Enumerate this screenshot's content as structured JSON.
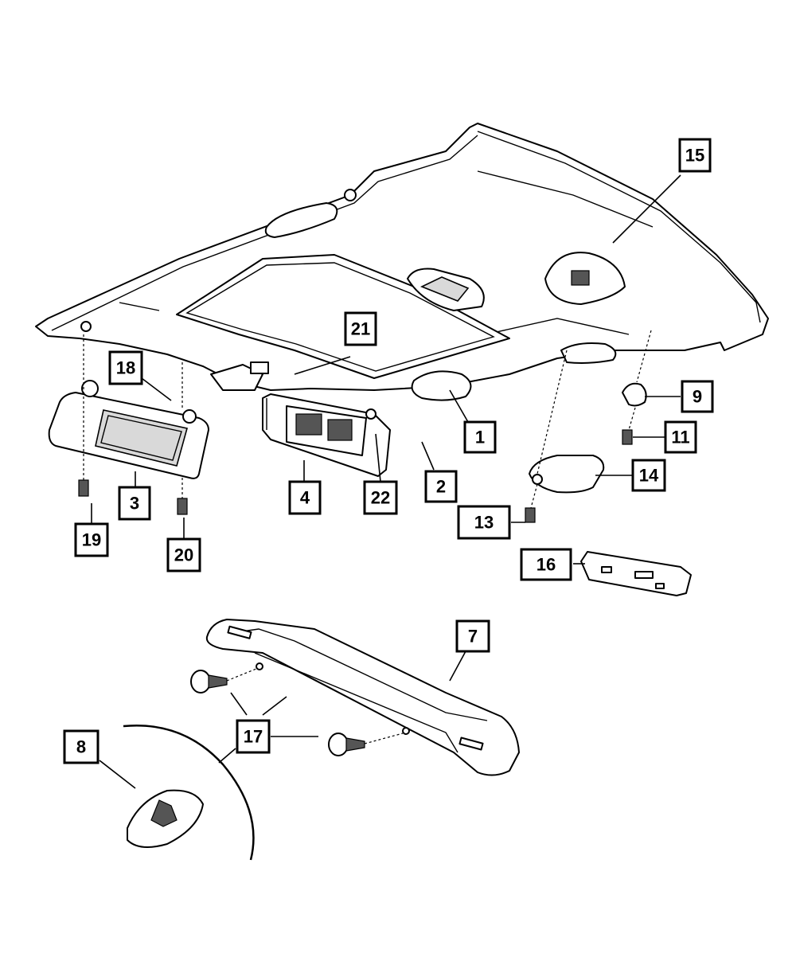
{
  "callouts": [
    {
      "id": "c1",
      "label": "1"
    },
    {
      "id": "c2",
      "label": "2"
    },
    {
      "id": "c3",
      "label": "3"
    },
    {
      "id": "c4",
      "label": "4"
    },
    {
      "id": "c7",
      "label": "7"
    },
    {
      "id": "c8",
      "label": "8"
    },
    {
      "id": "c9",
      "label": "9"
    },
    {
      "id": "c11",
      "label": "11"
    },
    {
      "id": "c13",
      "label": "13"
    },
    {
      "id": "c14",
      "label": "14"
    },
    {
      "id": "c15",
      "label": "15"
    },
    {
      "id": "c16",
      "label": "16"
    },
    {
      "id": "c17",
      "label": "17"
    },
    {
      "id": "c18",
      "label": "18"
    },
    {
      "id": "c19",
      "label": "19"
    },
    {
      "id": "c20",
      "label": "20"
    },
    {
      "id": "c21",
      "label": "21"
    },
    {
      "id": "c22",
      "label": "22"
    }
  ]
}
